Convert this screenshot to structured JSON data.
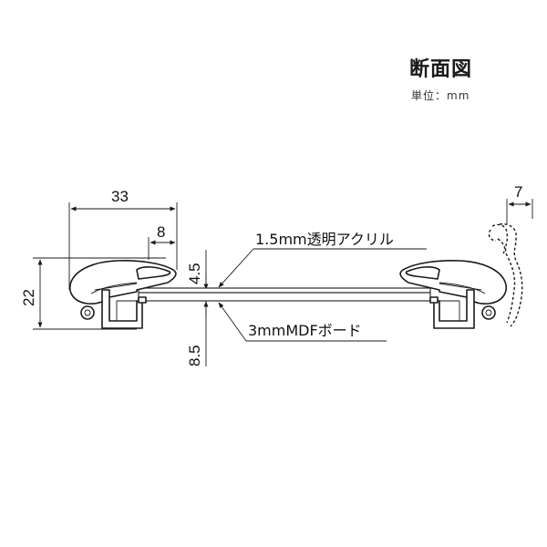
{
  "title": "断面図",
  "unit": "単位：mm",
  "dimensions": {
    "width_total": "33",
    "width_lip": "8",
    "height_total": "22",
    "acrylic_gap": "4.5",
    "board_gap": "8.5",
    "open_gap": "7"
  },
  "labels": {
    "acrylic": "1.5mm透明アクリル",
    "board": "3mmMDFボード"
  }
}
